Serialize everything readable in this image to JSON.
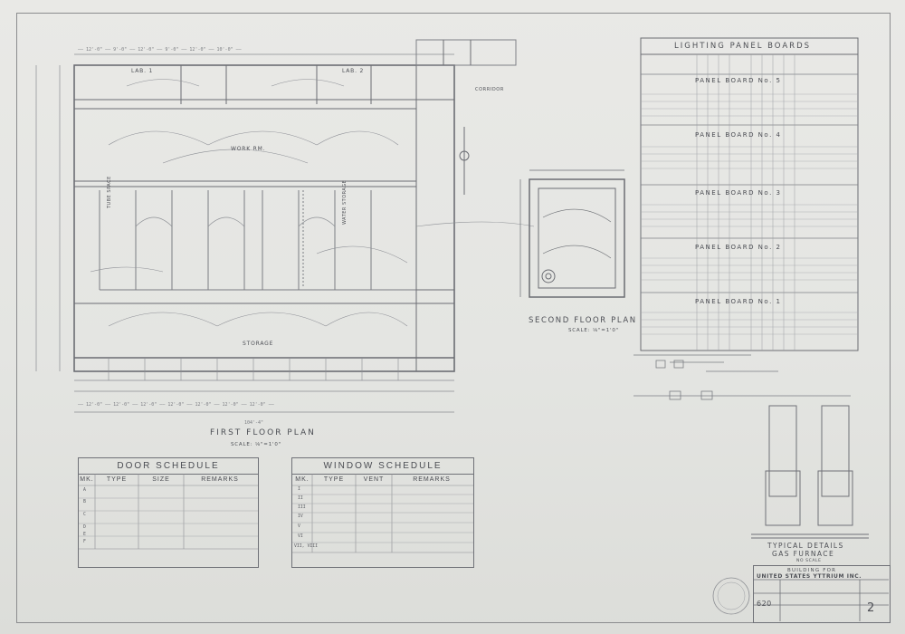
{
  "drawing": {
    "first_floor_title": "FIRST FLOOR PLAN",
    "first_floor_scale": "SCALE: ⅛\"=1'0\"",
    "second_floor_title": "SECOND FLOOR PLAN",
    "second_floor_scale": "SCALE: ⅛\"=1'0\"",
    "rooms": {
      "lab1": "LAB. 1",
      "lab2": "LAB. 2",
      "work_rm": "WORK RM.",
      "storage": "STORAGE",
      "corridor": "CORRIDOR",
      "tube_space": "TUBE SPACE",
      "water_storage": "WATER STORAGE"
    }
  },
  "lighting": {
    "title": "LIGHTING PANEL BOARDS",
    "panels": [
      "PANEL BOARD No. 5",
      "PANEL BOARD No. 4",
      "PANEL BOARD No. 3",
      "PANEL BOARD No. 2",
      "PANEL BOARD No. 1"
    ]
  },
  "door_schedule": {
    "title": "DOOR SCHEDULE",
    "headers": [
      "MK.",
      "TYPE",
      "SIZE",
      "REMARKS"
    ],
    "marks": [
      "A",
      "B",
      "C",
      "D",
      "E",
      "F"
    ]
  },
  "window_schedule": {
    "title": "WINDOW SCHEDULE",
    "headers": [
      "MK.",
      "TYPE",
      "VENT",
      "REMARKS"
    ],
    "marks": [
      "I",
      "II",
      "III",
      "IV",
      "V",
      "VI",
      "VII, VIII"
    ]
  },
  "details": {
    "title": "TYPICAL DETAILS",
    "subtitle": "GAS FURNACE",
    "scale": "NO SCALE"
  },
  "title_block": {
    "line1": "BUILDING FOR",
    "line2": "UNITED STATES YTTRIUM INC.",
    "sheet_no": "2",
    "job_no": "620"
  }
}
